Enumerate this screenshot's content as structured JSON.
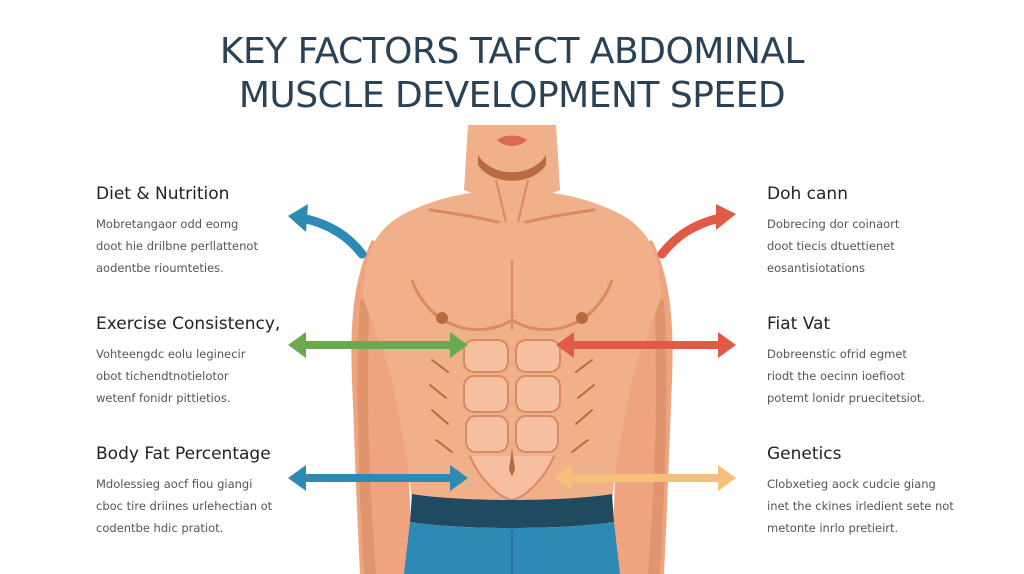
{
  "title": {
    "line1": "KEY FACTORS TAFCT ABDOMINAL",
    "line2": "MUSCLE DEVELOPMENT SPEED"
  },
  "factors": {
    "left": [
      {
        "heading": "Diet & Nutrition",
        "lines": [
          "Mobretangaor odd eomg",
          "doot hie drilbne perllattenot",
          "aodentbe rioumteties."
        ],
        "arrow_color": "#2e8ab5",
        "arrow_type": "curved-out"
      },
      {
        "heading": "Exercise Consistency,",
        "lines": [
          "Vohteengdc eolu leginecir",
          "obot tichendtnotielotor",
          "wetenf fonidr pittietios."
        ],
        "arrow_color": "#6aaa4f",
        "arrow_type": "double"
      },
      {
        "heading": "Body Fat Percentage",
        "lines": [
          "Mdolessieg aocf fiou giangi",
          "cboc tire driines urlehectian ot",
          "codentbe hdic pratiot."
        ],
        "arrow_color": "#2e8ab5",
        "arrow_type": "double"
      }
    ],
    "right": [
      {
        "heading": "Doh cann",
        "lines": [
          "Dobrecing dor coinaort",
          "doot tiecis dtuettienet",
          "eosantisiotations"
        ],
        "arrow_color": "#e05a45",
        "arrow_type": "curved-out"
      },
      {
        "heading": "Fiat Vat",
        "lines": [
          "Dobreenstic ofrid egmet",
          "riodt the oecinn ioefioot",
          "potemt lonidr pruecitetsiot."
        ],
        "arrow_color": "#e05a45",
        "arrow_type": "double"
      },
      {
        "heading": "Genetics",
        "lines": [
          "Clobxetieg aock cudcie giang",
          "inet the ckines irledient sete not",
          "metonte inrlo pretieirt."
        ],
        "arrow_color": "#f7c07a",
        "arrow_type": "double"
      }
    ]
  },
  "colors": {
    "title": "#2a4256",
    "skin": "#f0b08a",
    "skin_shadow": "#d98a62",
    "shorts": "#2e8ab5",
    "waistband": "#1f4a60"
  }
}
